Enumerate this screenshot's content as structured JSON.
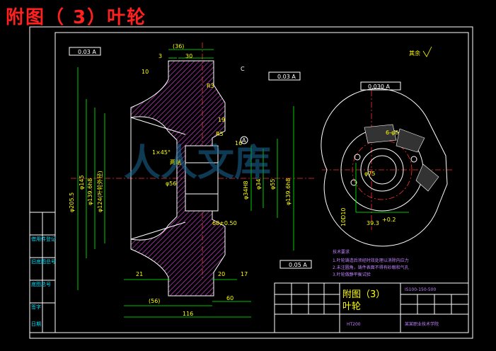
{
  "title": "附图（ 3）叶轮",
  "roughness_note": "其余",
  "tolerance_frames": {
    "top_left": "0.03 A",
    "center": "0.03 A",
    "bottom": "0.05 A",
    "right_view": "0.030 A"
  },
  "datum_label": "A",
  "dimensions": {
    "top_36": "(36)",
    "top_3": "3",
    "top_30": "30",
    "dim_10": "10",
    "dim_R3": "R3",
    "label_C": "C",
    "dim_19": "19",
    "dim_R5": "R5",
    "dim_16": "16",
    "chamfer": "1×45°",
    "hole_note": "两端",
    "dia_56": "φ56",
    "dia_205": "φ205.5",
    "dia_145": "φ145",
    "dia_139": "φ139.6h8",
    "dia_124": "φ124(叶轮外径)",
    "dia_34h8": "φ34H8",
    "dia_34": "φ34",
    "dia_55": "φ55",
    "dia_139b": "φ139.6h8",
    "keyway": "60±0.50",
    "dim_21": "21",
    "dim_20": "20",
    "dim_17": "17",
    "dim_56b": "(56)",
    "dim_60": "60",
    "dim_116": "116",
    "right_6_96": "6-φ6",
    "right_75": "φ75",
    "right_39": "39.3",
    "right_tol": "+0.2",
    "right_10": "10D10"
  },
  "tech_requirements": {
    "heading": "技术要求",
    "items": [
      "1.叶轮铸造后须经时效处理以消除内应力",
      "2.未注圆角，铸件表面不得有砂眼和气孔",
      "3.叶轮做静平衡试验"
    ]
  },
  "title_block": {
    "name_line1": "附图（3）",
    "name_line2": "叶轮",
    "drawing_no": "IS100-150-500",
    "material": "HT200",
    "school": "某某职业技术学院"
  },
  "side_table": {
    "rows": [
      "借用件登记",
      "旧底图总号",
      "底图总号",
      "签字",
      "日期"
    ]
  },
  "watermark": "人人文库"
}
